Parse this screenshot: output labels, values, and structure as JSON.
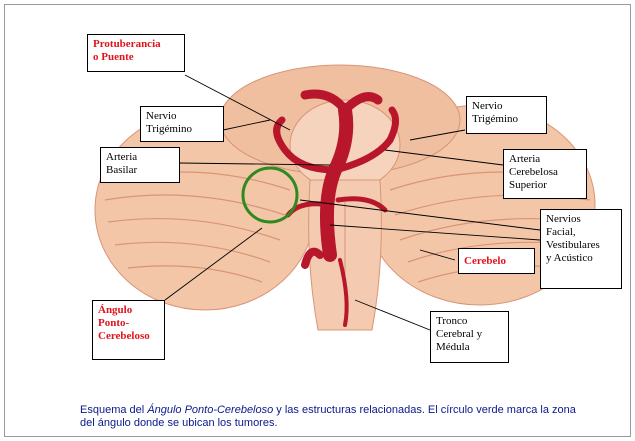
{
  "labels": {
    "protuberancia": "Protuberancia\no Puente",
    "trigemino_left": "Nervio\nTrigémino",
    "trigemino_right": "Nervio\nTrigémino",
    "arteria_basilar": "Arteria\nBasilar",
    "arteria_cerebelosa": "Arteria\nCerebelosa\nSuperior",
    "nervios": "Nervios\nFacial,\nVestibulares\ny Acústico",
    "cerebelo": "Cerebelo",
    "angulo": "Ángulo\nPonto-\nCerebeloso",
    "tronco": "Tronco\nCerebral y\nMédula"
  },
  "caption": {
    "part1": "Esquema del ",
    "part2_italic": "Ángulo Ponto-Cerebeloso",
    "part3": " y las estructuras relacionadas. El círculo verde marca la zona del ángulo donde se ubican los tumores."
  },
  "colors": {
    "tissue": "#f2c2a2",
    "tissue_shade": "#d98f72",
    "artery": "#b8162a",
    "circle": "#2f8a1e",
    "caption": "#0a1a8c",
    "red_label": "#e0141c"
  }
}
